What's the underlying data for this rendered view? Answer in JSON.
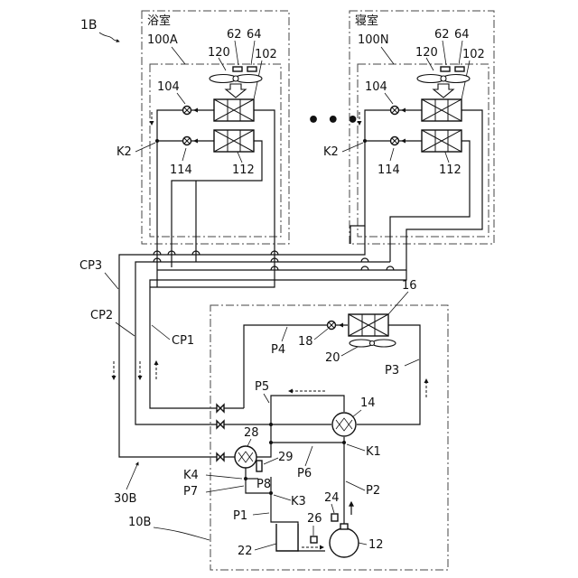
{
  "figure": {
    "label": "1B"
  },
  "rooms": [
    {
      "name": "浴室",
      "unit_ref": "100A"
    },
    {
      "name": "寝室",
      "unit_ref": "100N"
    }
  ],
  "indoor_refs": {
    "fan": "120",
    "sensor_a": "62",
    "sensor_b": "64",
    "hx_upper": "102",
    "valve_upper": "104",
    "hx_lower": "112",
    "valve_lower": "114",
    "branch": "K2"
  },
  "ellipsis": "• • •",
  "pipes": {
    "cp1": "CP1",
    "cp2": "CP2",
    "cp3": "CP3"
  },
  "outdoor": {
    "unit_ref": "10B",
    "system_ref": "30B",
    "hx": "16",
    "expansion_valve": "18",
    "fan": "20",
    "four_way_valve": "14",
    "compressor": "12",
    "accumulator": "22",
    "sensor_24": "24",
    "sensor_26": "26",
    "switch_valve": "28",
    "valve_29": "29",
    "p1": "P1",
    "p2": "P2",
    "p3": "P3",
    "p4": "P4",
    "p5": "P5",
    "p6": "P6",
    "p7": "P7",
    "p8": "P8",
    "k1": "K1",
    "k3": "K3",
    "k4": "K4"
  }
}
